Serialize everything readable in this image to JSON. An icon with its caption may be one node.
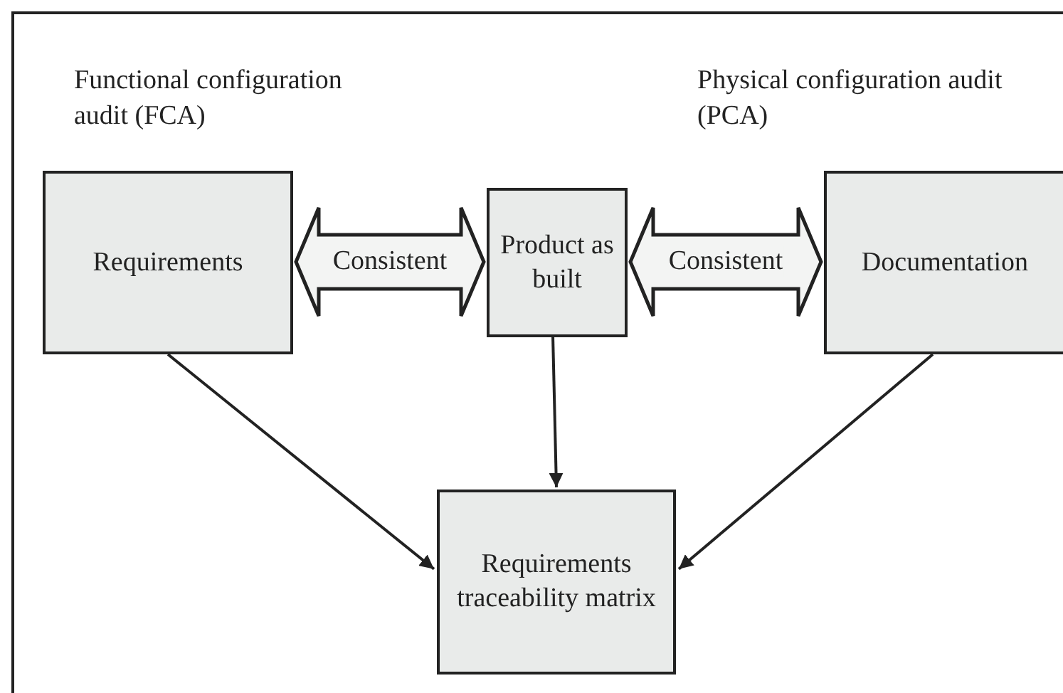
{
  "diagram": {
    "nodes": [
      {
        "text": [
          "Requirements"
        ]
      },
      {
        "text": [
          "Product as built"
        ]
      },
      {
        "text": [
          "Documentation"
        ]
      },
      {
        "text": [
          "Requirements traceability matrix"
        ]
      }
    ],
    "edges": [
      {
        "from": 0,
        "to": 1,
        "arrow": "both",
        "label": "Consistent",
        "style": "thick"
      },
      {
        "from": 1,
        "to": 2,
        "arrow": "both",
        "label": "Consistent",
        "style": "thick"
      },
      {
        "from": 0,
        "to": 3,
        "arrow": "to"
      },
      {
        "from": 1,
        "to": 3,
        "arrow": "to"
      },
      {
        "from": 2,
        "to": 3,
        "arrow": "to"
      }
    ],
    "labels": [
      "Functional configuration audit (FCA)",
      "Physical configuration audit (PCA)"
    ]
  }
}
